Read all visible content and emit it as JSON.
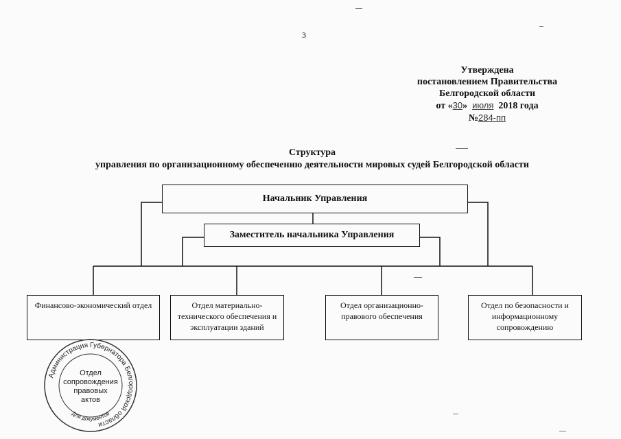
{
  "page_number": "3",
  "approval": {
    "line1": "Утверждена",
    "line2": "постановлением Правительства",
    "line3": "Белгородской области",
    "date_prefix": "от «",
    "date_day": "30",
    "date_mid": "»",
    "date_month": "июля",
    "date_year": "2018 года",
    "number_prefix": "№",
    "number_value": "284-пп"
  },
  "title": {
    "line1": "Структура",
    "line2": "управления по организационному обеспечению деятельности мировых судей Белгородской области"
  },
  "chart_nodes": {
    "head": "Начальник Управления",
    "deputy": "Заместитель начальника Управления",
    "departments": [
      "Финансово-экономический отдел",
      "Отдел материально-технического обеспечения и эксплуатации зданий",
      "Отдел организационно-правового обеспечения",
      "Отдел по безопасности и информационному сопровождению"
    ]
  },
  "stamp": {
    "outer_text": "Администрация Губернатора Белгородской области",
    "inner_lines": [
      "Отдел",
      "сопровождения",
      "правовых",
      "актов"
    ],
    "bottom_text": "Для документов"
  }
}
